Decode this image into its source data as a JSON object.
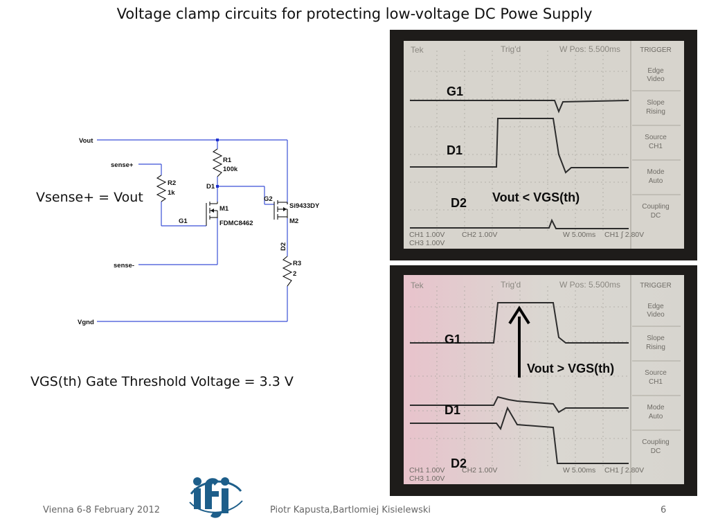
{
  "slide": {
    "title": "Voltage clamp circuits for protecting low-voltage DC Powe Supply",
    "vsense_note": "Vsense+ = Vout",
    "vgs_note": "VGS(th) Gate Threshold Voltage = 3.3 V"
  },
  "schematic": {
    "vout": "Vout",
    "sense_plus": "sense+",
    "sense_minus": "sense-",
    "vgnd": "Vgnd",
    "r1": "R1",
    "r1_val": "100k",
    "r2": "R2",
    "r2_val": "1k",
    "r3": "R3",
    "r3_val": "2",
    "d1": "D1",
    "d2": "D2",
    "g1": "G1",
    "g2": "G2",
    "m1": "M1",
    "m1_part": "FDMC8462",
    "m2": "M2",
    "m2_part": "Si9433DY"
  },
  "scope_top": {
    "tek": "Tek",
    "trig": "Trig'd",
    "pos": "W Pos: 5.500ms",
    "menu_header": "TRIGGER",
    "menu": [
      {
        "label": "Edge",
        "value": "Video"
      },
      {
        "label": "Slope",
        "value": "Rising"
      },
      {
        "label": "Source",
        "value": "CH1"
      },
      {
        "label": "Mode",
        "value": "Auto"
      },
      {
        "label": "Coupling",
        "value": "DC"
      }
    ],
    "ch1": "CH1  1.00V",
    "ch2": "CH2  1.00V",
    "ch3": "CH3  1.00V",
    "timebase": "W 5.00ms",
    "trig_level": "CH1 ∫ 2.80V",
    "labels": {
      "g1": "G1",
      "d1": "D1",
      "d2": "D2",
      "cond": "Vout < VGS(th)"
    }
  },
  "scope_bottom": {
    "tek": "Tek",
    "trig": "Trig'd",
    "pos": "W Pos: 5.500ms",
    "menu_header": "TRIGGER",
    "menu": [
      {
        "label": "Edge",
        "value": "Video"
      },
      {
        "label": "Slope",
        "value": "Rising"
      },
      {
        "label": "Source",
        "value": "CH1"
      },
      {
        "label": "Mode",
        "value": "Auto"
      },
      {
        "label": "Coupling",
        "value": "DC"
      }
    ],
    "ch1": "CH1  1.00V",
    "ch2": "CH2  1.00V",
    "ch3": "CH3  1.00V",
    "timebase": "W 5.00ms",
    "trig_level": "CH1 ∫ 2.80V",
    "labels": {
      "g1": "G1",
      "d1": "D1",
      "d2": "D2",
      "cond": "Vout > VGS(th)"
    }
  },
  "footer": {
    "left": "Vienna 6-8 February 2012",
    "center": "Piotr Kapusta,Bartlomiej Kisielewski",
    "page": "6"
  },
  "logo": {
    "text": "ifj",
    "color": "#1d5e8a"
  }
}
